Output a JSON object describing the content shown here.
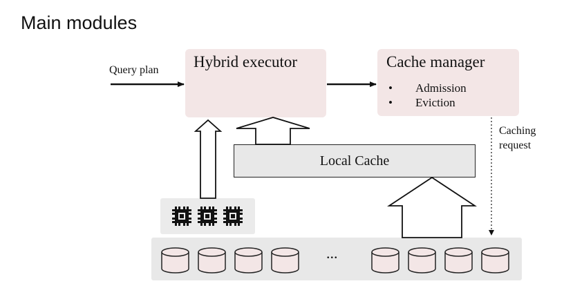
{
  "title": "Main modules",
  "executor": {
    "label": "Hybrid executor"
  },
  "cache_manager": {
    "label": "Cache manager",
    "bullets": [
      "Admission",
      "Eviction"
    ]
  },
  "local_cache": {
    "label": "Local Cache"
  },
  "query_plan_label": "Query plan",
  "caching_request_label": "Caching request",
  "storage": {
    "ellipsis": "..."
  },
  "icons": {
    "cpu": "cpu-chip-icon",
    "disk": "database-cylinder-icon"
  },
  "colors": {
    "module_fill": "#f3e6e6",
    "panel_fill": "#e8e8e8",
    "stroke": "#222222"
  }
}
